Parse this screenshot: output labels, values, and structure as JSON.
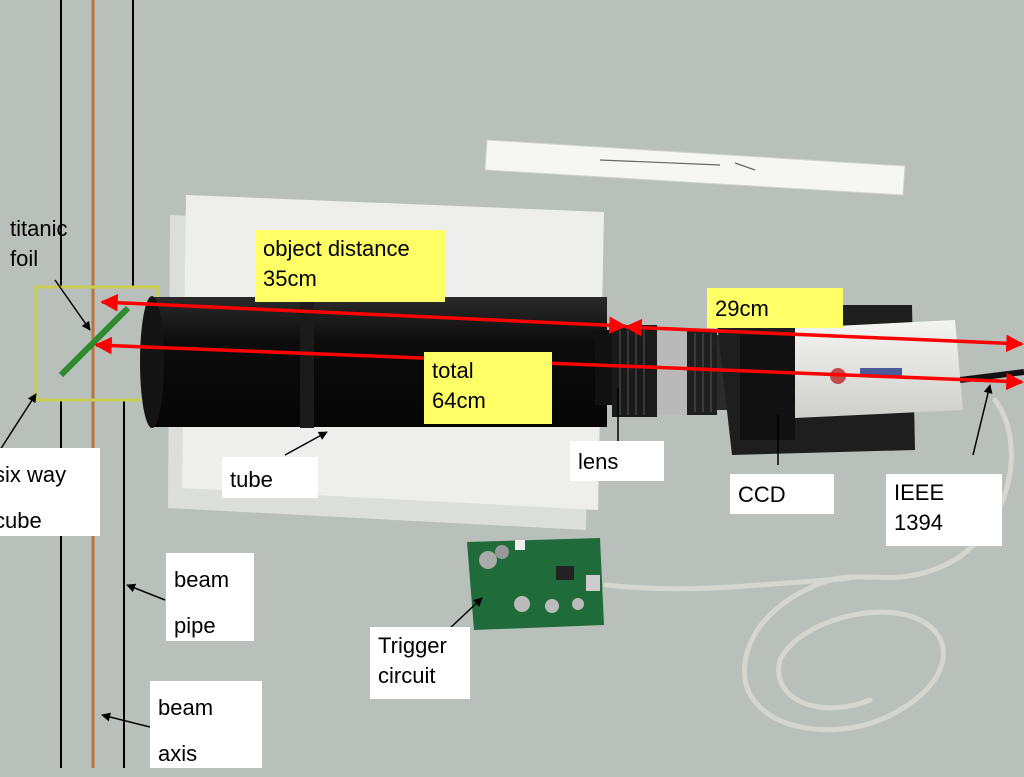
{
  "labels": {
    "titanic_foil": {
      "line1": "titanic",
      "line2": "foil"
    },
    "six_way_cube": {
      "line1": "six way",
      "line2": "cube"
    },
    "beam_pipe": {
      "line1": "beam",
      "line2": "pipe"
    },
    "beam_axis": {
      "line1": "beam",
      "line2": "axis"
    },
    "tube": "tube",
    "object_distance": {
      "line1": "object distance",
      "line2": "35cm"
    },
    "total": {
      "line1": "total",
      "line2": "64cm"
    },
    "lens": "lens",
    "ccd": "CCD",
    "ieee": {
      "line1": "IEEE",
      "line2": "1394"
    },
    "dist_29": "29cm",
    "trigger": {
      "line1": "Trigger",
      "line2": "circuit"
    }
  },
  "colors": {
    "background": "#b9bfba",
    "highlight": "#ffff66",
    "arrow": "#ff0000",
    "beam_axis": "#b8763a",
    "foil_mirror": "#2e8b2e",
    "cube_outline": "#c8cc50"
  }
}
